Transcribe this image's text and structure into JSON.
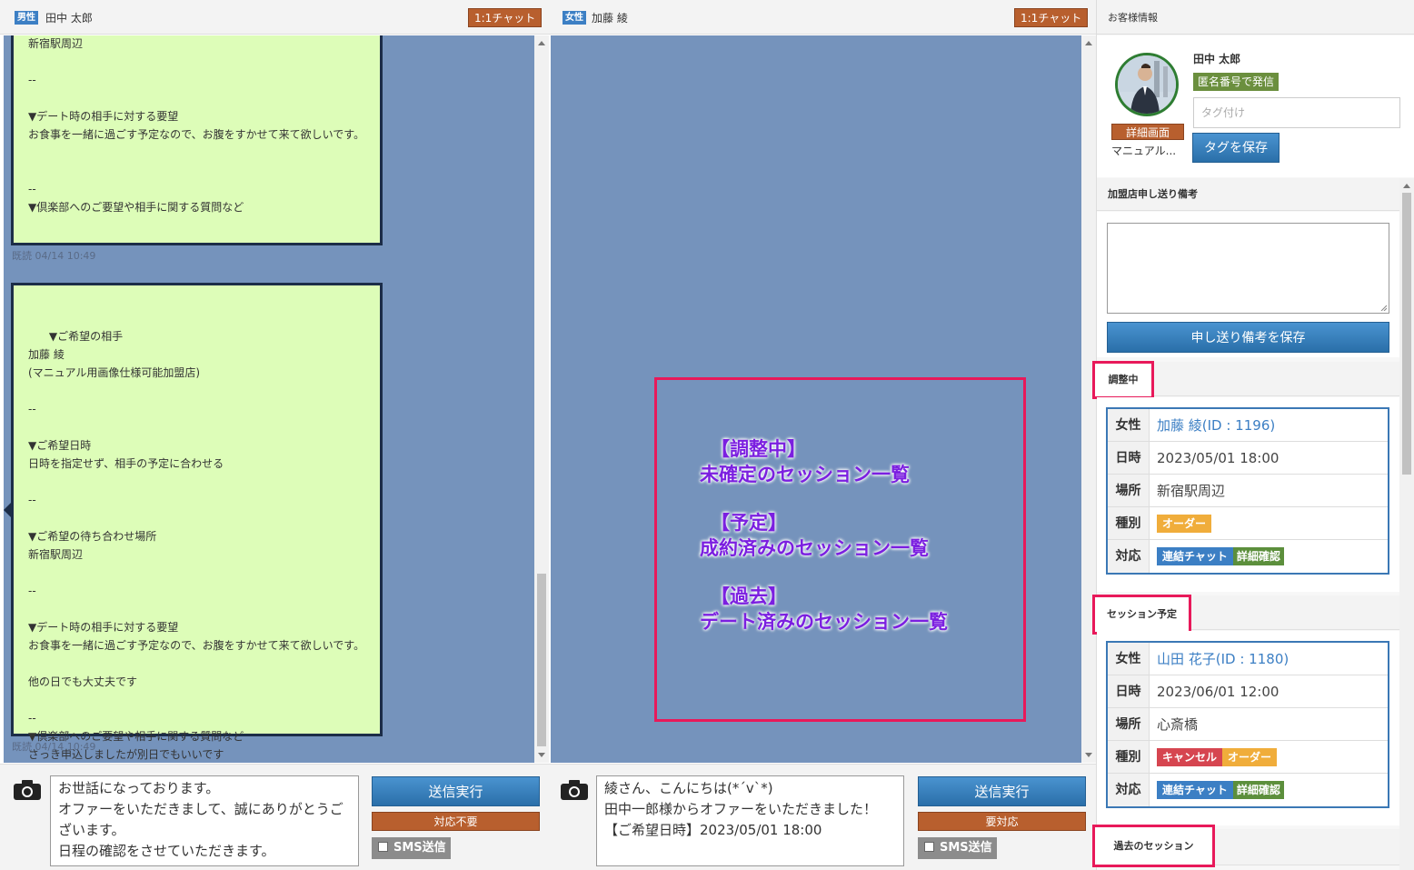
{
  "left_chat": {
    "gender": "男性",
    "name": "田中 太郎",
    "chat_button": "1:1チャット",
    "bubble1_text": "新宿駅周辺\n\n--\n\n▼デート時の相手に対する要望\nお食事を一緒に過ごす予定なので、お腹をすかせて来て欲しいです。\n\n\n--\n▼倶楽部へのご要望や相手に関する質問など",
    "read1": "既読 04/14 10:49",
    "bubble2_text": "▼ご希望の相手\n加藤 綾\n(マニュアル用画像仕様可能加盟店)\n\n--\n\n▼ご希望日時\n日時を指定せず、相手の予定に合わせる\n\n--\n\n▼ご希望の待ち合わせ場所\n新宿駅周辺\n\n--\n\n▼デート時の相手に対する要望\nお食事を一緒に過ごす予定なので、お腹をすかせて来て欲しいです。\n\n他の日でも大丈夫です\n\n--\n▼倶楽部へのご要望や相手に関する質問など\nさっき申込しましたが別日でもいいです",
    "read2": "既読 04/14 10:49",
    "message": "お世話になっております。\nオファーをいただきまして、誠にありがとうございます。\n日程の確認をさせていただきます。",
    "send_button": "送信実行",
    "status_button": "対応不要",
    "sms_label": "SMS送信"
  },
  "right_chat": {
    "gender": "女性",
    "name": "加藤 綾",
    "chat_button": "1:1チャット",
    "message": "綾さん、こんにちは(*´v`*)\n田中一郎様からオファーをいただきました！\n【ご希望日時】2023/05/01 18:00",
    "send_button": "送信実行",
    "status_button": "要対応",
    "sms_label": "SMS送信"
  },
  "annotation": {
    "l1": "【調整中】",
    "l2": "未確定のセッション一覧",
    "l3": "【予定】",
    "l4": "成約済みのセッション一覧",
    "l5": "【過去】",
    "l6": "デート済みのセッション一覧"
  },
  "customer": {
    "header": "お客様情報",
    "name": "田中 太郎",
    "anon_button": "匿名番号で発信",
    "tag_placeholder": "タグ付け",
    "detail_button": "詳細画面",
    "shop_name": "マニュアル...",
    "save_tag_button": "タグを保存",
    "notes_header": "加盟店申し送り備考",
    "save_notes_button": "申し送り備考を保存"
  },
  "sections": {
    "adjusting": "調整中",
    "scheduled": "セッション予定",
    "past": "過去のセッション"
  },
  "session_adjusting": {
    "k_gender": "女性",
    "partner": "加藤 綾(ID : 1196)",
    "k_date": "日時",
    "date": "2023/05/01 18:00",
    "k_place": "場所",
    "place": "新宿駅周辺",
    "k_type": "種別",
    "type1": "オーダー",
    "k_action": "対応",
    "action1": "連結チャット",
    "action2": "詳細確認"
  },
  "session_scheduled": {
    "k_gender": "女性",
    "partner": "山田 花子(ID : 1180)",
    "k_date": "日時",
    "date": "2023/06/01 12:00",
    "k_place": "場所",
    "place": "心斎橋",
    "k_type": "種別",
    "type0": "キャンセル",
    "type1": "オーダー",
    "k_action": "対応",
    "action1": "連結チャット",
    "action2": "詳細確認"
  },
  "colors": {
    "chat_bg": "#7593bc",
    "bubble_bg": "#ddfdb8",
    "accent_blue": "#3c7fc4",
    "brown_button": "#b85f2e",
    "highlight_red": "#e8195a",
    "annotation_purple": "#7b1fe0"
  }
}
